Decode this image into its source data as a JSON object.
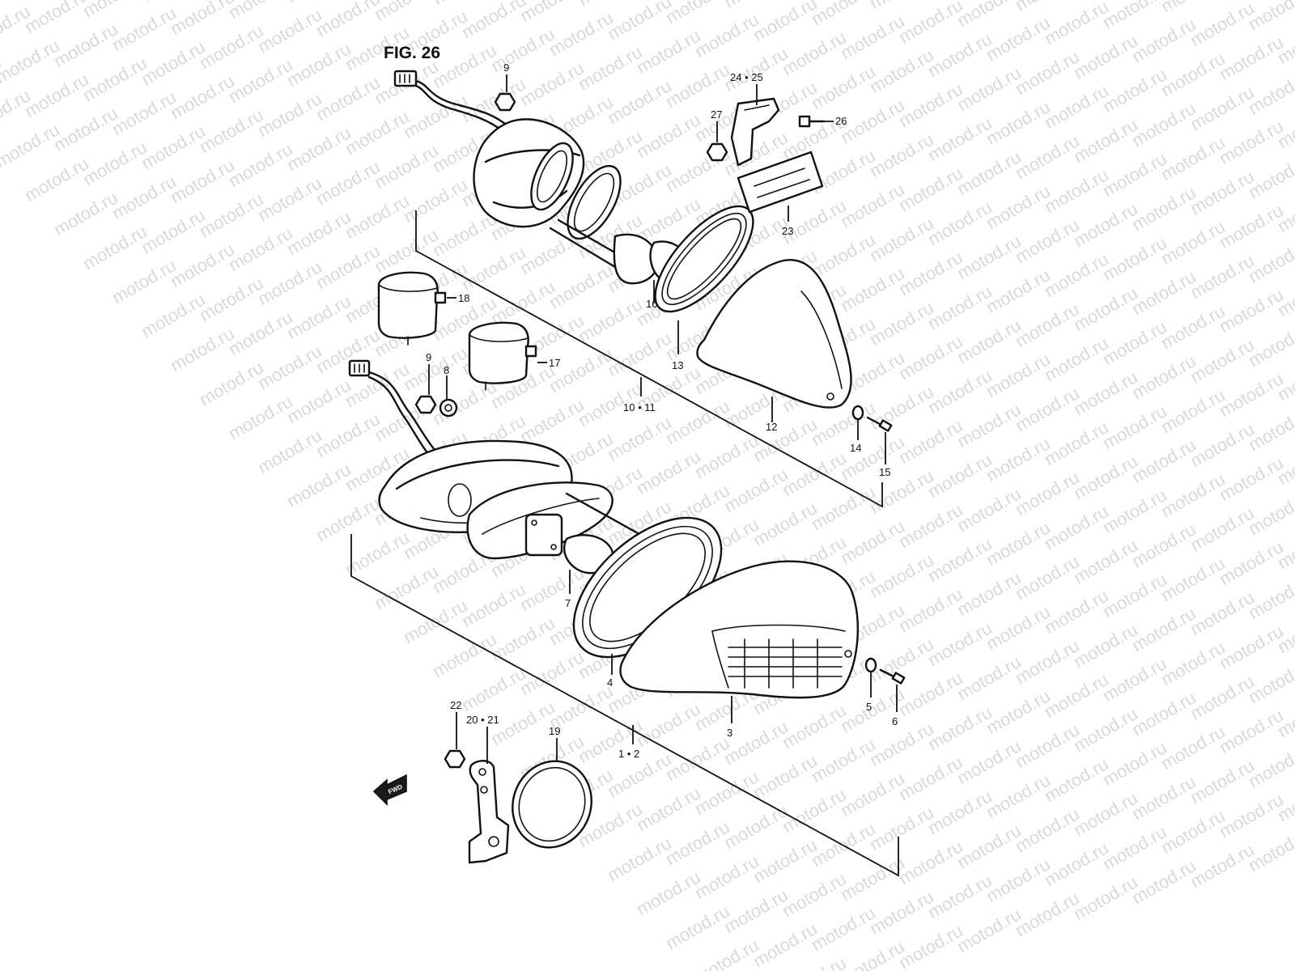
{
  "figure": {
    "title": "FIG. 26"
  },
  "watermark": {
    "text": "motod.ru",
    "color": "#d9d9d9"
  },
  "fwd_badge": {
    "label": "FWD"
  },
  "callouts": {
    "c9a": "9",
    "c24_25": "24 • 25",
    "c27": "27",
    "c26": "26",
    "c23": "23",
    "c18": "18",
    "c17": "17",
    "c9b": "9",
    "c8": "8",
    "c16": "16",
    "c13": "13",
    "c10_11": "10 • 11",
    "c12": "12",
    "c14": "14",
    "c15": "15",
    "c7": "7",
    "c4": "4",
    "c3": "3",
    "c5": "5",
    "c6": "6",
    "c1_2": "1 • 2",
    "c22": "22",
    "c20_21": "20 • 21",
    "c19": "19"
  }
}
